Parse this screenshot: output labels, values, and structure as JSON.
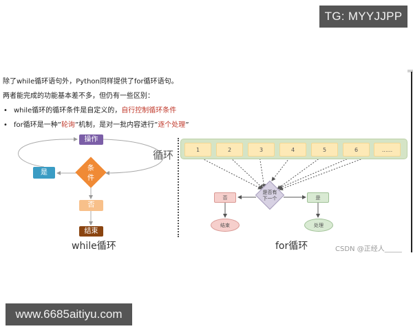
{
  "watermarks": {
    "tg_badge": "TG: MYYJJPP",
    "url_badge": "www.6685aitiyu.com",
    "csdn": "CSDN @正经人_____"
  },
  "intro": {
    "line1": "除了while循环语句外，Python同样提供了for循环语句。",
    "line2": "两者能完成的功能基本差不多，但仍有一些区别：",
    "bullets": [
      {
        "marker": "•",
        "text": "while循环的循环条件是自定义的，",
        "highlight": "自行控制循环条件",
        "suffix": ""
      },
      {
        "marker": "•",
        "text_parts": [
          "for循环是一种”",
          "轮询",
          "”机制，是对一批内容进行”",
          "逐个处理",
          "”"
        ]
      }
    ]
  },
  "while_diagram": {
    "operation": "操作",
    "condition_line1": "条",
    "condition_line2": "件",
    "yes": "是",
    "no": "否",
    "end": "结束",
    "loop_label": "循环",
    "caption": "while循环"
  },
  "for_diagram": {
    "items": [
      "1",
      "2",
      "3",
      "4",
      "5",
      "6",
      "......"
    ],
    "check_line1": "是否有",
    "check_line2": "下一个",
    "no": "否",
    "yes": "是",
    "end": "结束",
    "process": "处理",
    "caption": "for循环"
  },
  "colors": {
    "operation": "#7b5ea7",
    "condition": "#f08a35",
    "yes": "#3a9cc4",
    "no": "#f8c08a",
    "end": "#8a4410",
    "highlight_red": "#c0392b",
    "container_green": "#d5e4c6",
    "item_yellow": "#fde9b6"
  }
}
